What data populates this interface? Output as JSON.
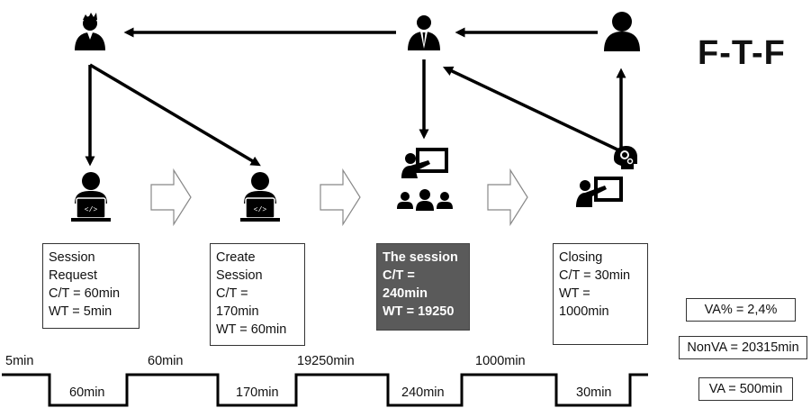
{
  "title": "F-T-F",
  "steps": [
    {
      "lines": [
        "Session",
        "Request",
        "C/T = 60min",
        "WT = 5min"
      ]
    },
    {
      "lines": [
        "Create",
        "Session",
        "C/T =",
        "170min",
        "WT = 60min"
      ]
    },
    {
      "lines": [
        "The session",
        "C/T =",
        "240min",
        "WT = 19250"
      ]
    },
    {
      "lines": [
        "Closing",
        "C/T = 30min",
        "WT =",
        "1000min"
      ]
    }
  ],
  "timeline": {
    "wait_labels": [
      "5min",
      "60min",
      "19250min",
      "1000min"
    ],
    "process_labels": [
      "60min",
      "170min",
      "240min",
      "30min"
    ]
  },
  "metrics": {
    "va_percent": "VA% = 2,4%",
    "non_va": "NonVA = 20315min",
    "va": "VA = 500min"
  },
  "icons": {
    "top": [
      "developer-person-icon",
      "businessman-icon",
      "customer-person-icon"
    ],
    "steps": [
      "developer-laptop-icon",
      "developer-laptop-icon",
      "presentation-audience-icon",
      "presenter-brain-icon"
    ]
  },
  "colors": {
    "ink": "#000000",
    "highlight_box": "#5a5a5a",
    "arrow_outline": "#888888"
  }
}
